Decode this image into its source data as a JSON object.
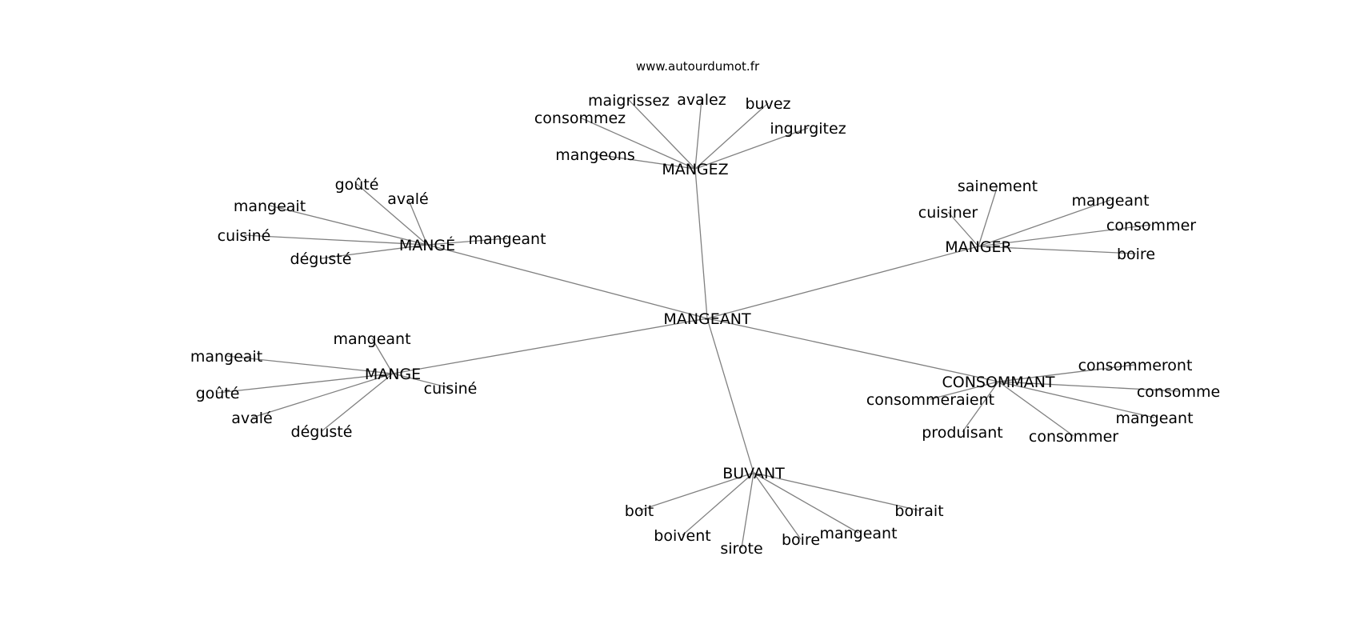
{
  "watermark": "www.autourdumot.fr",
  "colors": {
    "edge": "#808080",
    "text": "#000000",
    "background": "#ffffff"
  },
  "center": "MANGEANT",
  "clusters": [
    {
      "hub": "MANGEZ",
      "leaves": [
        "maigrissez",
        "avalez",
        "buvez",
        "consommez",
        "ingurgitez",
        "mangeons"
      ]
    },
    {
      "hub": "MANGÉ",
      "leaves": [
        "goûté",
        "avalé",
        "mangeait",
        "cuisiné",
        "mangeant",
        "dégusté"
      ]
    },
    {
      "hub": "MANGER",
      "leaves": [
        "sainement",
        "cuisiner",
        "mangeant",
        "consommer",
        "boire"
      ]
    },
    {
      "hub": "MANGE",
      "leaves": [
        "mangeant",
        "mangeait",
        "cuisiné",
        "goûté",
        "avalé",
        "dégusté"
      ]
    },
    {
      "hub": "CONSOMMANT",
      "leaves": [
        "consommeront",
        "consomme",
        "consommeraient",
        "mangeant",
        "produisant",
        "consommer"
      ]
    },
    {
      "hub": "BUVANT",
      "leaves": [
        "boirait",
        "boit",
        "boivent",
        "mangeant",
        "sirote",
        "boire"
      ]
    }
  ]
}
